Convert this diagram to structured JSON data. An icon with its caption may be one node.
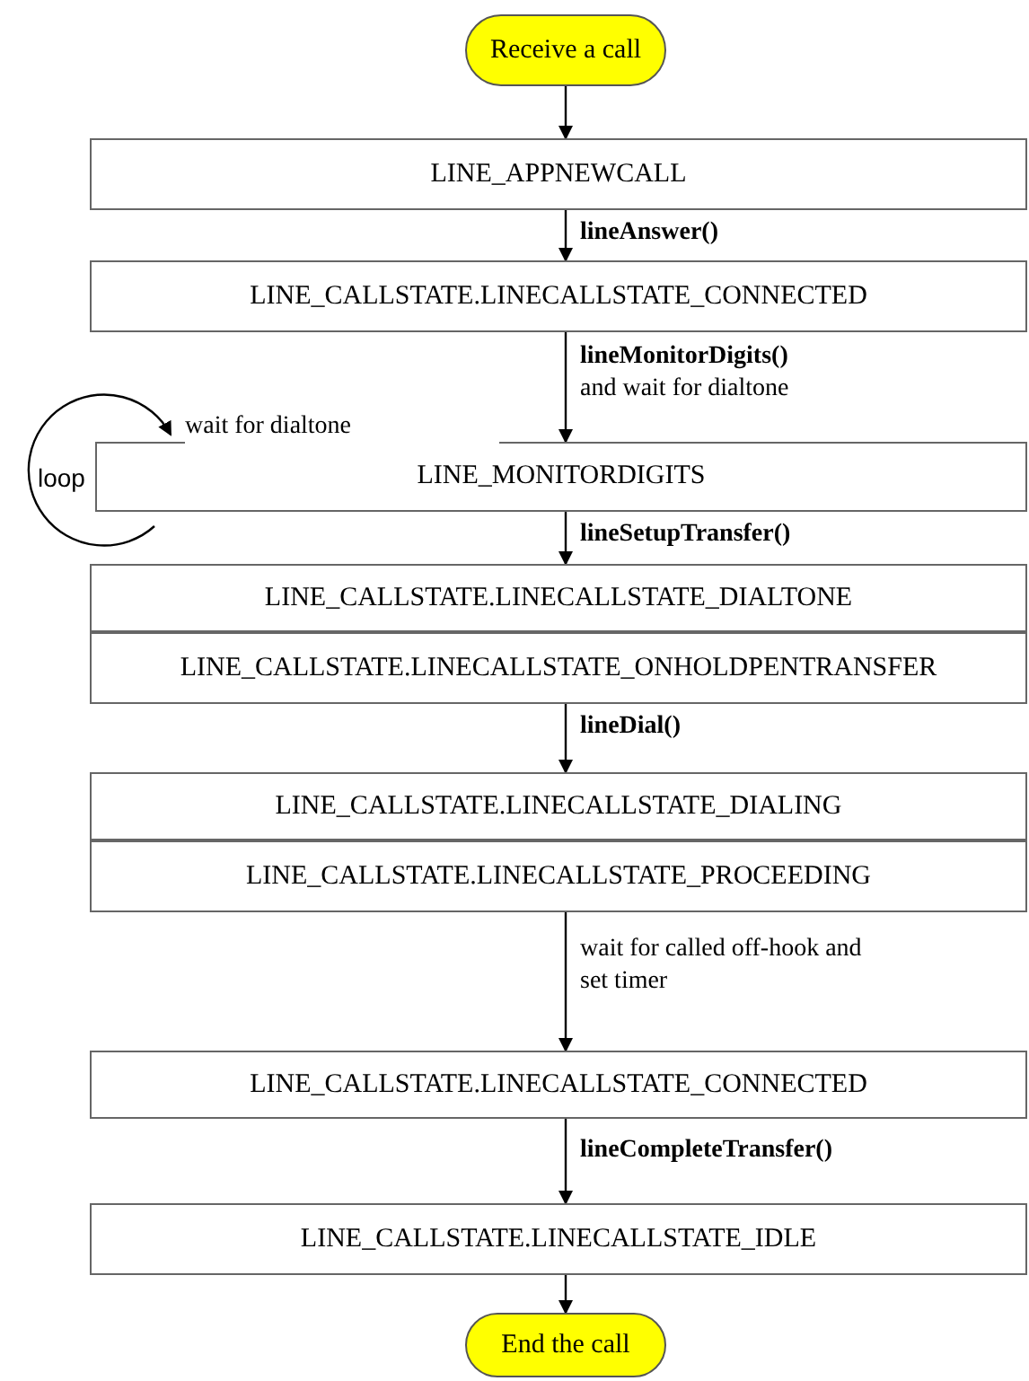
{
  "diagram": {
    "nodes": [
      {
        "text": [
          "Receive a call"
        ]
      },
      {
        "text": [
          "LINE_APPNEWCALL"
        ]
      },
      {
        "text": [
          "LINE_CALLSTATE.LINECALLSTATE_CONNECTED"
        ]
      },
      {
        "text": [
          "LINE_MONITORDIGITS"
        ]
      },
      {
        "text": [
          "LINE_CALLSTATE.LINECALLSTATE_DIALTONE"
        ]
      },
      {
        "text": [
          "LINE_CALLSTATE.LINECALLSTATE_ONHOLDPENTRANSFER"
        ]
      },
      {
        "text": [
          "LINE_CALLSTATE.LINECALLSTATE_DIALING"
        ]
      },
      {
        "text": [
          "LINE_CALLSTATE.LINECALLSTATE_PROCEEDING"
        ]
      },
      {
        "text": [
          "LINE_CALLSTATE.LINECALLSTATE_CONNECTED"
        ]
      },
      {
        "text": [
          "LINE_CALLSTATE.LINECALLSTATE_IDLE"
        ]
      },
      {
        "text": [
          "End the call"
        ]
      }
    ],
    "edges": [
      {
        "from": 0,
        "to": 1,
        "arrow": "to"
      },
      {
        "from": 1,
        "to": 2,
        "arrow": "to",
        "label": "**lineAnswer()**"
      },
      {
        "from": 2,
        "to": 3,
        "arrow": "to",
        "label": "**lineMonitorDigits()** and wait for dialtone"
      },
      {
        "from": 3,
        "to": 3,
        "arrow": "to",
        "label": "wait for dialtone"
      },
      {
        "from": 3,
        "to": 4,
        "arrow": "to",
        "label": "**lineSetupTransfer()**"
      },
      {
        "from": 5,
        "to": 6,
        "arrow": "to",
        "label": "**lineDial()**"
      },
      {
        "from": 7,
        "to": 8,
        "arrow": "to",
        "label": "wait for called off-hook and set timer"
      },
      {
        "from": 8,
        "to": 9,
        "arrow": "to",
        "label": "**lineCompleteTransfer()**"
      },
      {
        "from": 9,
        "to": 10,
        "arrow": "to"
      }
    ],
    "labels": [
      "loop"
    ]
  }
}
